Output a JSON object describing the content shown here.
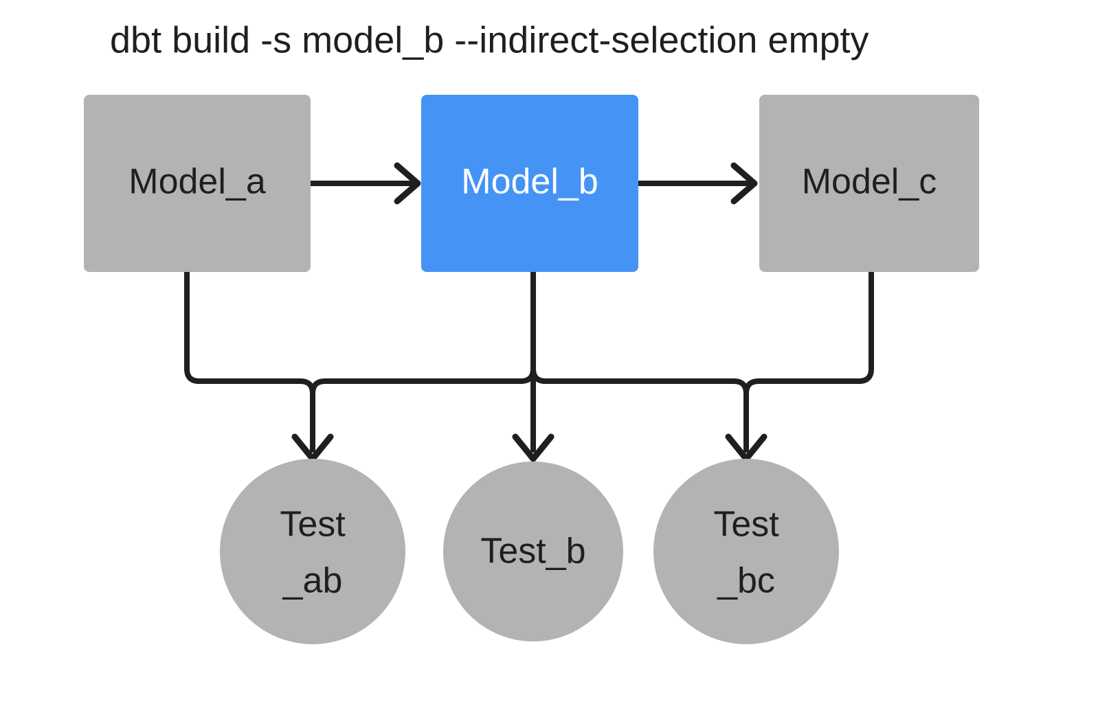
{
  "title": "dbt build -s model_b --indirect-selection empty",
  "colors": {
    "background": "#ffffff",
    "node_default": "#b3b3b3",
    "node_selected": "#4594f5",
    "edge": "#1f1f1f",
    "text_default": "#1f1f1f",
    "text_on_selected": "#ffffff"
  },
  "models": [
    {
      "id": "model_a",
      "label": "Model_a",
      "state": "default"
    },
    {
      "id": "model_b",
      "label": "Model_b",
      "state": "selected"
    },
    {
      "id": "model_c",
      "label": "Model_c",
      "state": "default"
    }
  ],
  "tests": [
    {
      "id": "test_ab",
      "label_line1": "Test",
      "label_line2": "_ab",
      "state": "default"
    },
    {
      "id": "test_b",
      "label_line1": "Test_b",
      "label_line2": "",
      "state": "default"
    },
    {
      "id": "test_bc",
      "label_line1": "Test",
      "label_line2": "_bc",
      "state": "default"
    }
  ],
  "edges": [
    {
      "from": "model_a",
      "to": "model_b",
      "kind": "model-to-model"
    },
    {
      "from": "model_b",
      "to": "model_c",
      "kind": "model-to-model"
    },
    {
      "from": "model_a",
      "to": "test_ab",
      "kind": "model-to-test"
    },
    {
      "from": "model_b",
      "to": "test_ab",
      "kind": "model-to-test"
    },
    {
      "from": "model_b",
      "to": "test_b",
      "kind": "model-to-test"
    },
    {
      "from": "model_b",
      "to": "test_bc",
      "kind": "model-to-test"
    },
    {
      "from": "model_c",
      "to": "test_bc",
      "kind": "model-to-test"
    }
  ]
}
